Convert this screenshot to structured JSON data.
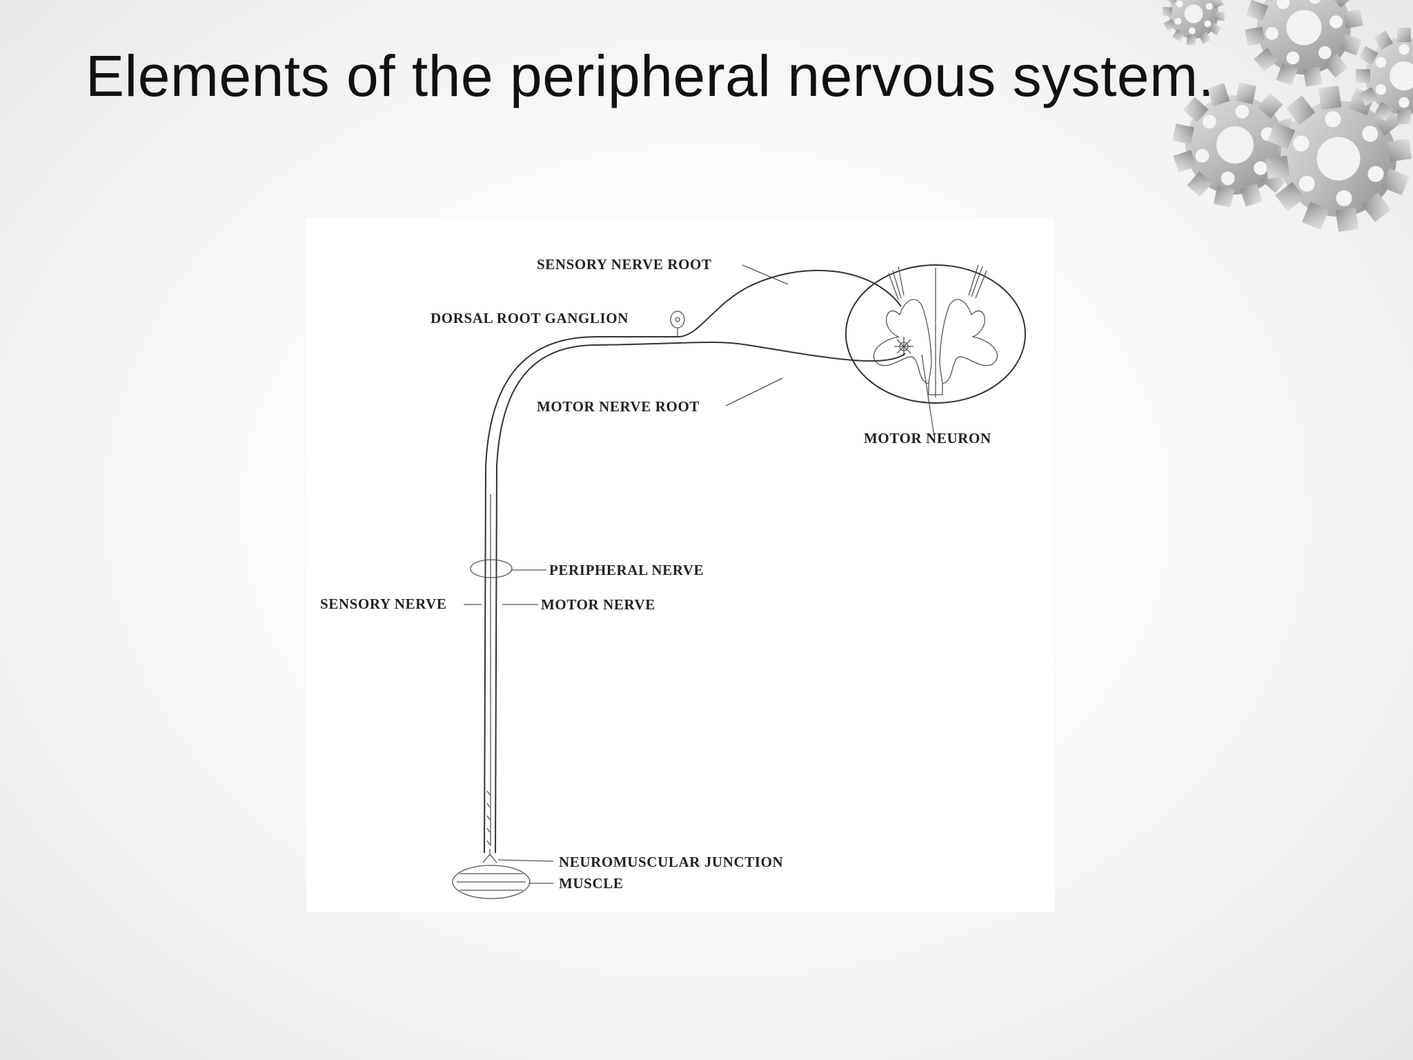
{
  "slide": {
    "title": "Elements of the peripheral nervous system."
  },
  "decoration": {
    "icon": "gears-icon",
    "color": "#b5b5b5"
  },
  "diagram": {
    "labels": {
      "sensory_nerve_root": "SENSORY NERVE ROOT",
      "dorsal_root_ganglion": "DORSAL ROOT GANGLION",
      "motor_nerve_root": "MOTOR NERVE ROOT",
      "motor_neuron": "MOTOR NEURON",
      "peripheral_nerve": "PERIPHERAL NERVE",
      "sensory_nerve": "SENSORY NERVE",
      "motor_nerve": "MOTOR NERVE",
      "neuromuscular_junction": "NEUROMUSCULAR JUNCTION",
      "muscle": "MUSCLE"
    }
  }
}
